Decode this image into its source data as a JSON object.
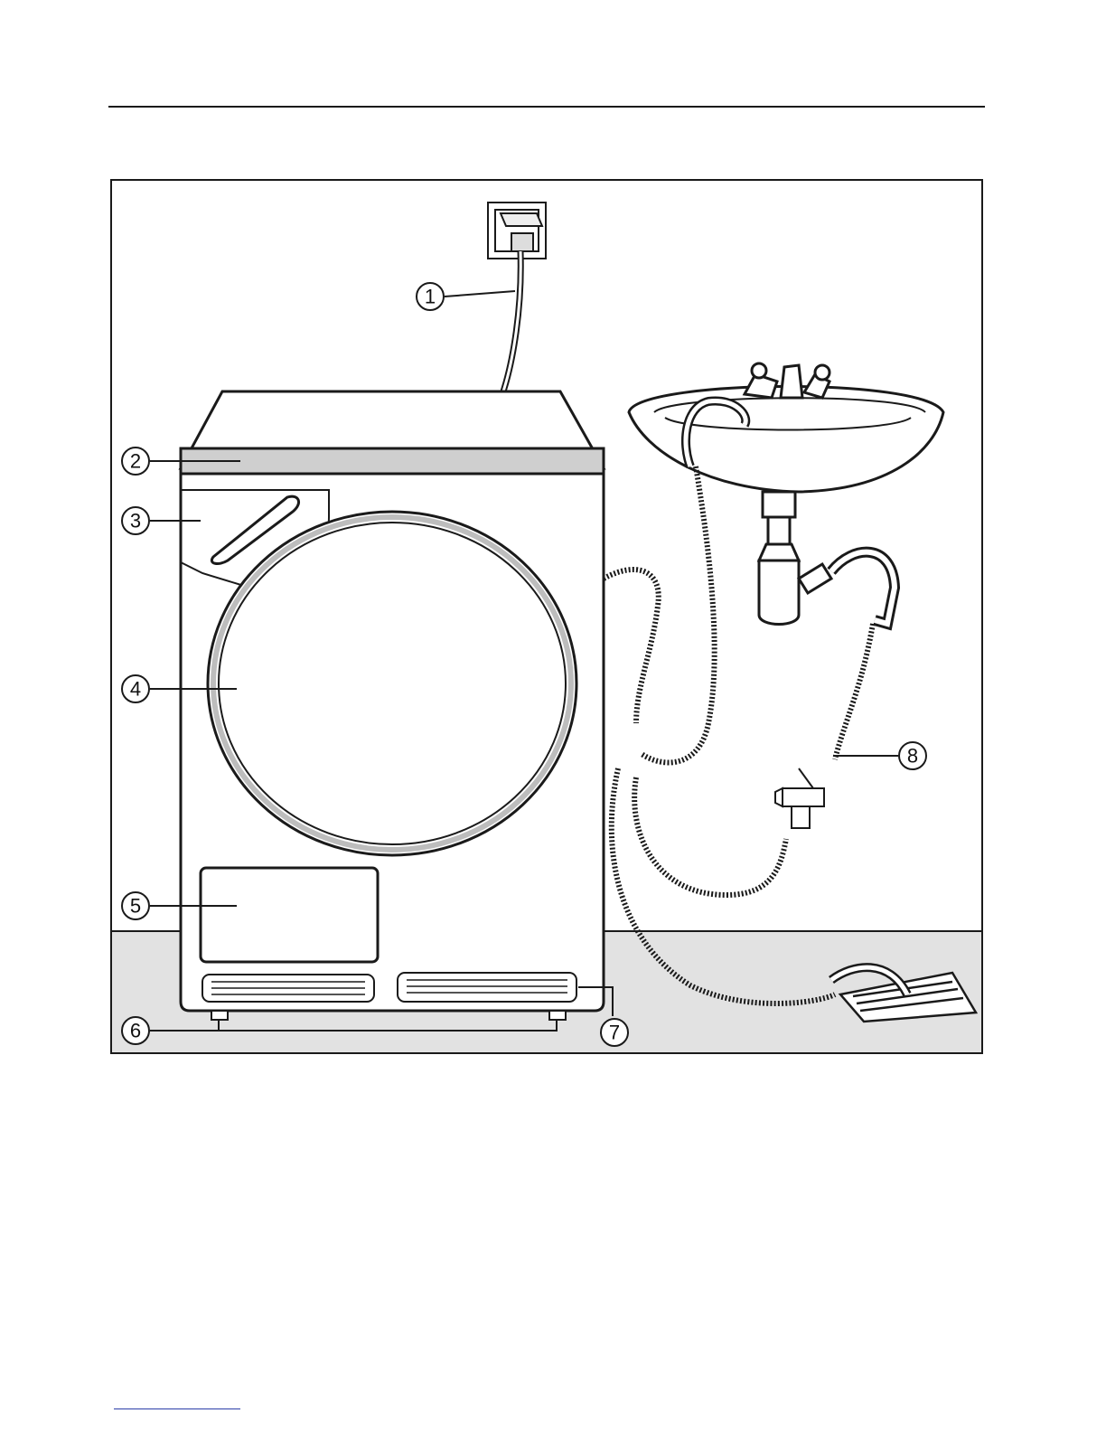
{
  "callouts": [
    {
      "id": "1",
      "label": "1"
    },
    {
      "id": "2",
      "label": "2"
    },
    {
      "id": "3",
      "label": "3"
    },
    {
      "id": "4",
      "label": "4"
    },
    {
      "id": "5",
      "label": "5"
    },
    {
      "id": "6",
      "label": "6"
    },
    {
      "id": "7",
      "label": "7"
    },
    {
      "id": "8",
      "label": "8"
    }
  ],
  "colors": {
    "line": "#1a1a1a",
    "floor": "#e2e2e2",
    "top_strip": "#cfcfcf",
    "door_ring": "#bdbdbd"
  }
}
